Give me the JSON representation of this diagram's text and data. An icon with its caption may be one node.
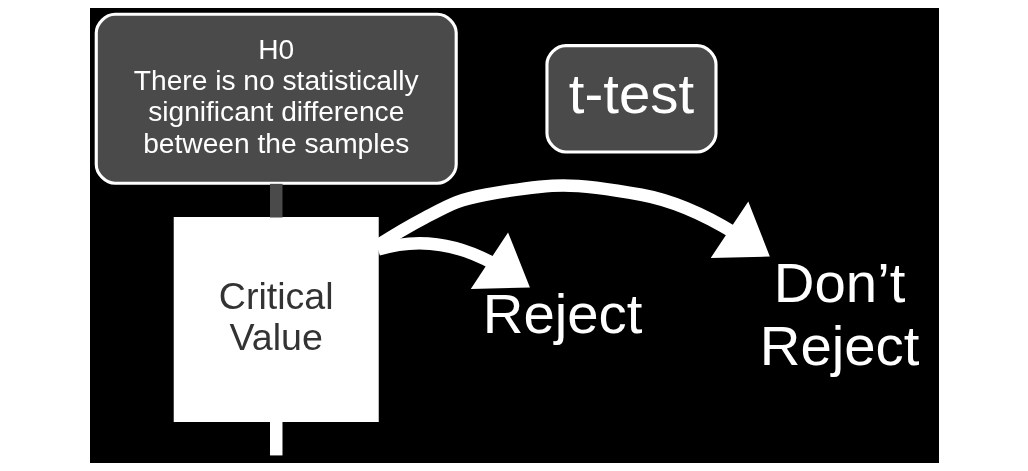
{
  "diagram": {
    "nodes": [
      {
        "text": [
          "H0",
          "There is no statistically significant difference between the samples"
        ]
      },
      {
        "text": [
          "t-test"
        ]
      },
      {
        "text": [
          "Critical Value"
        ]
      },
      {
        "text": [
          "Don’t Reject"
        ]
      },
      {
        "text": [
          "Reject"
        ]
      }
    ],
    "edges": [
      {
        "from": 0,
        "to": 2,
        "arrow": "none",
        "color": "#4a4a4a"
      },
      {
        "from": 2,
        "to": 3,
        "arrow": "to"
      },
      {
        "from": 2,
        "to": 4,
        "arrow": "to"
      },
      {
        "from": 2,
        "to": null,
        "arrow": "none"
      }
    ]
  }
}
